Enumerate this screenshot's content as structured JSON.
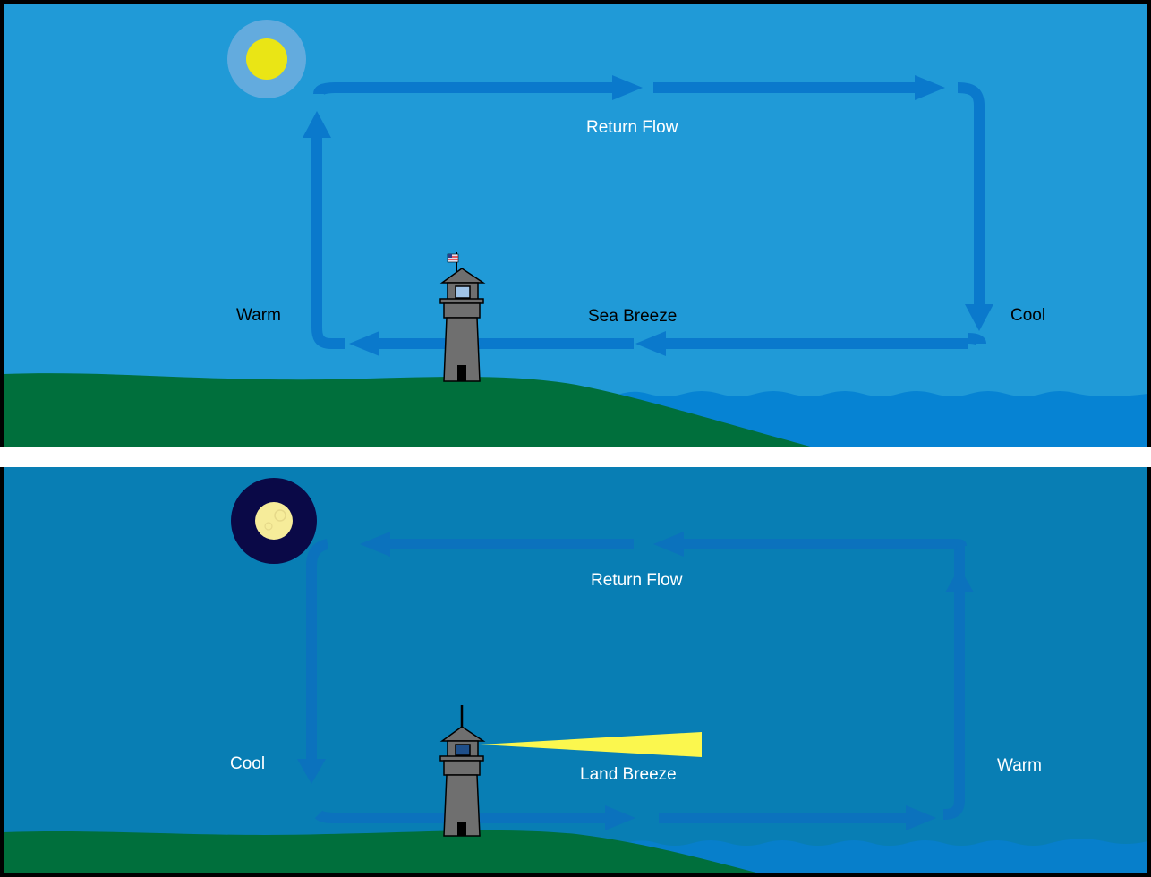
{
  "colors": {
    "day_sky": "#209ad7",
    "night_sky": "#087eb4",
    "land": "#006f3c",
    "sea_day": "#0683d3",
    "sea_night": "#077fcb",
    "day_arrow": "#0a79cc",
    "night_arrow": "#0b72bd",
    "sun": "#eae515",
    "sun_halo": "#63abde",
    "moon": "#f6ec9a",
    "moon_halo": "#0a0947",
    "lighthouse": "#6f6f6f",
    "beam": "#fbf74e"
  },
  "day": {
    "icon": "sun-icon",
    "labels": {
      "return_flow": "Return Flow",
      "surface_flow": "Sea Breeze",
      "left": "Warm",
      "right": "Cool"
    }
  },
  "night": {
    "icon": "moon-icon",
    "labels": {
      "return_flow": "Return Flow",
      "surface_flow": "Land Breeze",
      "left": "Cool",
      "right": "Warm"
    }
  }
}
